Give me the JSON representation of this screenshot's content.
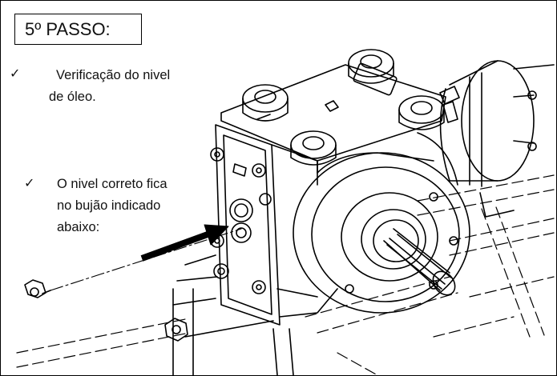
{
  "step": {
    "title": "5º PASSO:"
  },
  "notes": [
    {
      "mark": "✓",
      "lines": [
        "Verificação do nivel",
        "de óleo."
      ]
    },
    {
      "mark": "✓",
      "lines": [
        "O nivel correto fica",
        "no bujão indicado",
        "abaixo:"
      ]
    }
  ],
  "drawing": {
    "stroke_color": "#000000",
    "arrow_color": "#000000",
    "icon": "gearbox-line-drawing"
  }
}
